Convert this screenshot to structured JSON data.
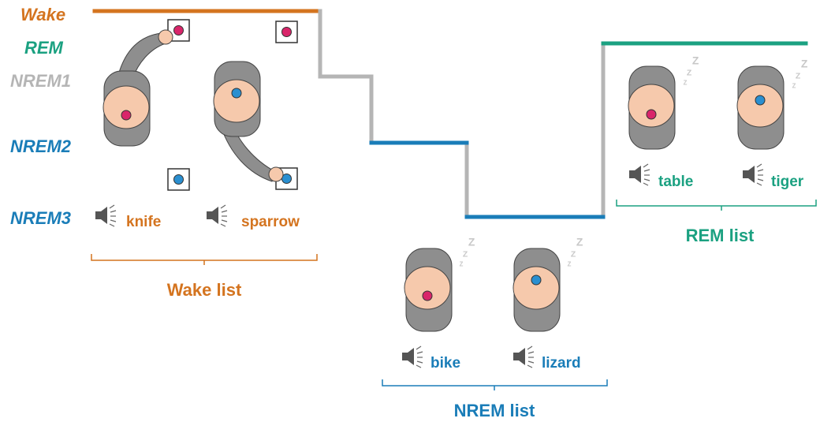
{
  "colors": {
    "wake": "#D4741F",
    "rem": "#1BA181",
    "nrem1": "#B5B5B5",
    "nrem2": "#1A7DB8",
    "nrem3": "#1A7DB8",
    "magenta_target": "#D9256A",
    "blue_target": "#2A8FD0",
    "head": "#F6C9AC",
    "body": "#8E8E8E"
  },
  "stages": {
    "wake": "Wake",
    "rem": "REM",
    "nrem1": "NREM1",
    "nrem2": "NREM2",
    "nrem3": "NREM3"
  },
  "hypnogram_sequence": [
    "Wake",
    "NREM1",
    "NREM2",
    "NREM3",
    "REM"
  ],
  "wake_panel": {
    "words": [
      "knife",
      "sparrow"
    ],
    "list_label": "Wake list",
    "targets": [
      "magenta",
      "magenta",
      "blue",
      "blue"
    ]
  },
  "nrem_panel": {
    "words": [
      "bike",
      "lizard"
    ],
    "list_label": "NREM list"
  },
  "rem_panel": {
    "words": [
      "table",
      "tiger"
    ],
    "list_label": "REM list"
  },
  "icons": [
    "speaker-icon",
    "sleep-z-icon",
    "person-icon",
    "target-box-icon"
  ]
}
